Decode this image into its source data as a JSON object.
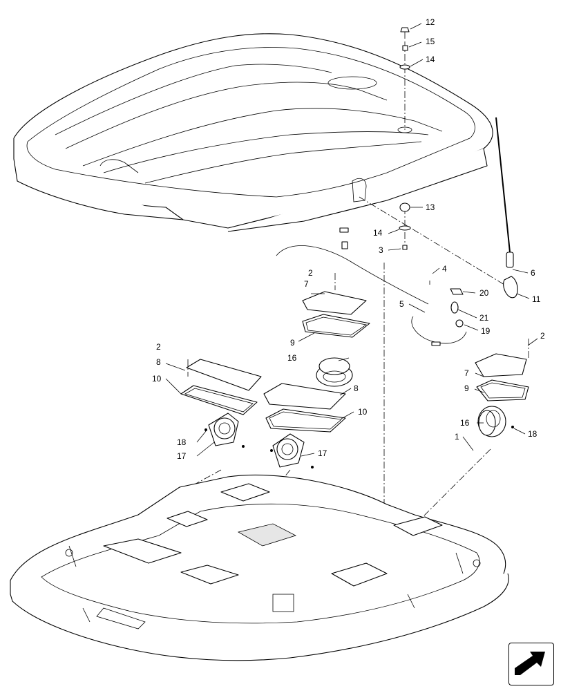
{
  "callouts": [
    {
      "key": "c12",
      "text": "12"
    },
    {
      "key": "c15",
      "text": "15"
    },
    {
      "key": "c14a",
      "text": "14"
    },
    {
      "key": "c13",
      "text": "13"
    },
    {
      "key": "c14b",
      "text": "14"
    },
    {
      "key": "c3",
      "text": "3"
    },
    {
      "key": "c6",
      "text": "6"
    },
    {
      "key": "c11",
      "text": "11"
    },
    {
      "key": "c2a",
      "text": "2"
    },
    {
      "key": "c7a",
      "text": "7"
    },
    {
      "key": "c9a",
      "text": "9"
    },
    {
      "key": "c4",
      "text": "4"
    },
    {
      "key": "c20",
      "text": "20"
    },
    {
      "key": "c5",
      "text": "5"
    },
    {
      "key": "c21",
      "text": "21"
    },
    {
      "key": "c19",
      "text": "19"
    },
    {
      "key": "c2b",
      "text": "2"
    },
    {
      "key": "c8a",
      "text": "8"
    },
    {
      "key": "c10a",
      "text": "10"
    },
    {
      "key": "c16a",
      "text": "16"
    },
    {
      "key": "c8b",
      "text": "8"
    },
    {
      "key": "c10b",
      "text": "10"
    },
    {
      "key": "c2c",
      "text": "2"
    },
    {
      "key": "c7b",
      "text": "7"
    },
    {
      "key": "c9b",
      "text": "9"
    },
    {
      "key": "c16b",
      "text": "16"
    },
    {
      "key": "c1",
      "text": "1"
    },
    {
      "key": "c18a",
      "text": "18"
    },
    {
      "key": "c18b",
      "text": "18"
    },
    {
      "key": "c17a",
      "text": "17"
    },
    {
      "key": "c17b",
      "text": "17"
    }
  ],
  "nav": {
    "icon": "next-page-arrow-icon"
  }
}
